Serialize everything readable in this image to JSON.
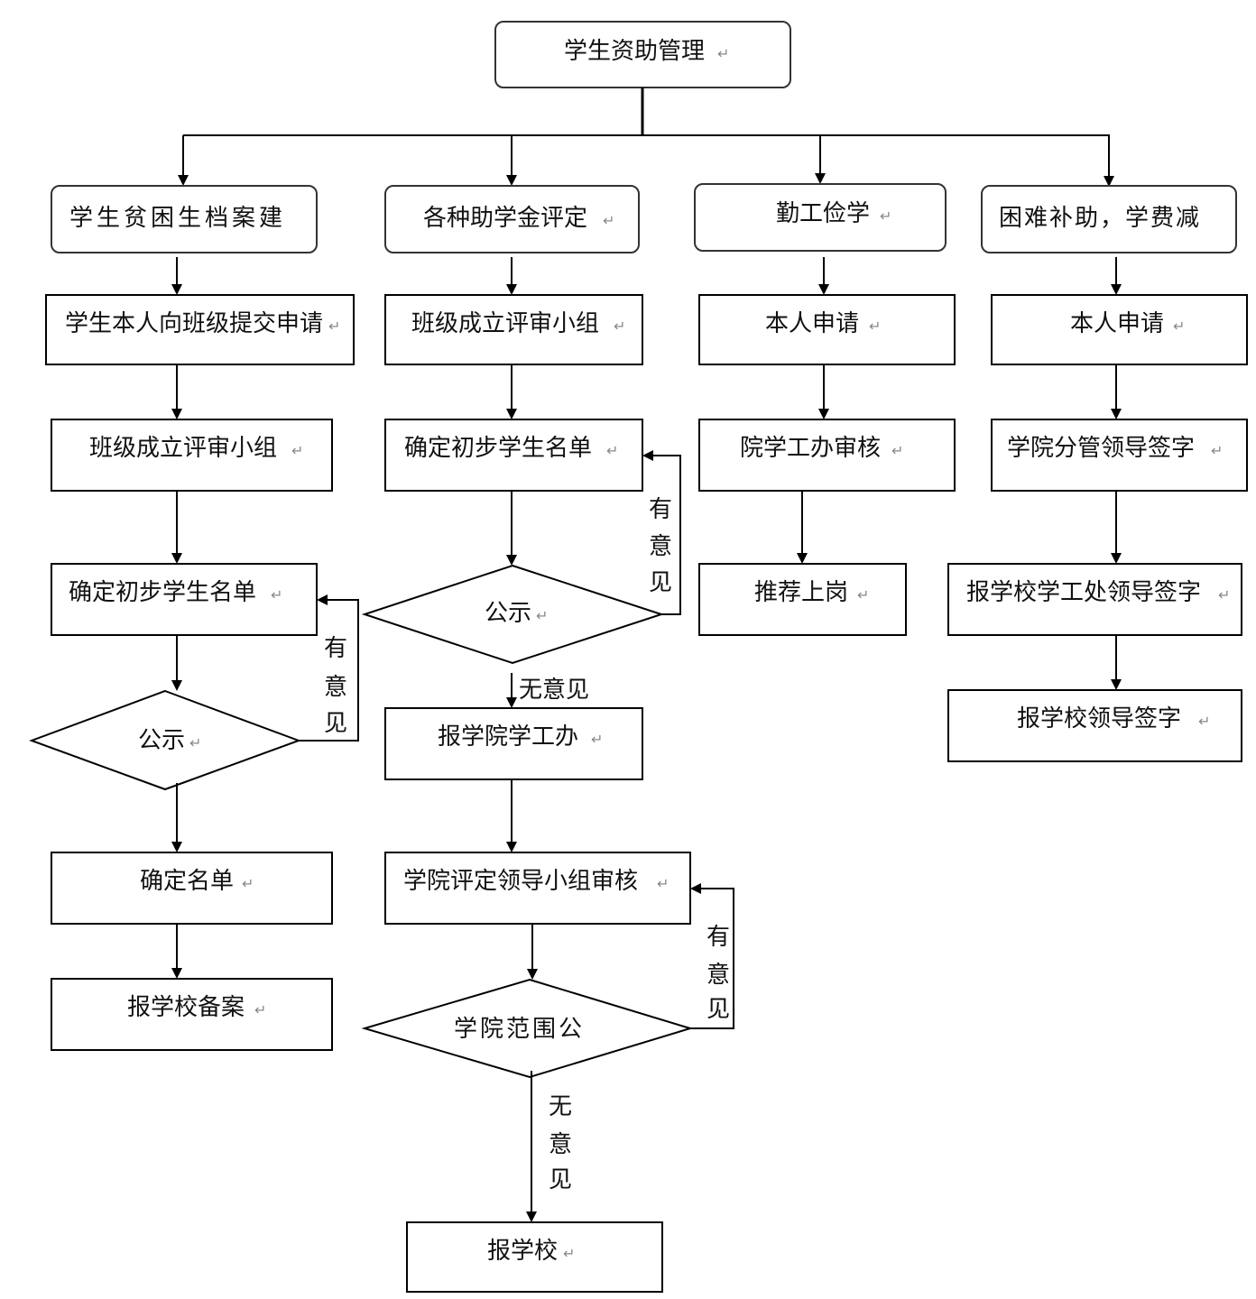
{
  "title": "学生资助管理",
  "paragraph_mark": "↵",
  "branches": [
    {
      "id": "archive",
      "head": "学生贫困生档案建",
      "steps": [
        "学生本人向班级提交申请",
        "班级成立评审小组",
        "确定初步学生名单"
      ],
      "decision": "公示",
      "feedback_label": [
        "有",
        "意",
        "见"
      ],
      "after": [
        "确定名单",
        "报学校备案"
      ]
    },
    {
      "id": "grants",
      "head": "各种助学金评定",
      "steps": [
        "班级成立评审小组",
        "确定初步学生名单"
      ],
      "decision": "公示",
      "feedback_label": [
        "有",
        "意",
        "见"
      ],
      "pass_label": "无意见",
      "after": [
        "报学院学工办",
        "学院评定领导小组审核"
      ],
      "decision2": "学院范围公",
      "feedback_label2": [
        "有",
        "意",
        "见"
      ],
      "pass_label2": [
        "无",
        "意",
        "见"
      ],
      "final": "报学校"
    },
    {
      "id": "workstudy",
      "head": "勤工俭学",
      "steps": [
        "本人申请",
        "院学工办审核",
        "推荐上岗"
      ]
    },
    {
      "id": "hardship",
      "head": "困难补助，学费减",
      "steps": [
        "本人申请",
        "学院分管领导签字",
        "报学校学工处领导签字",
        "报学校领导签字"
      ]
    }
  ]
}
